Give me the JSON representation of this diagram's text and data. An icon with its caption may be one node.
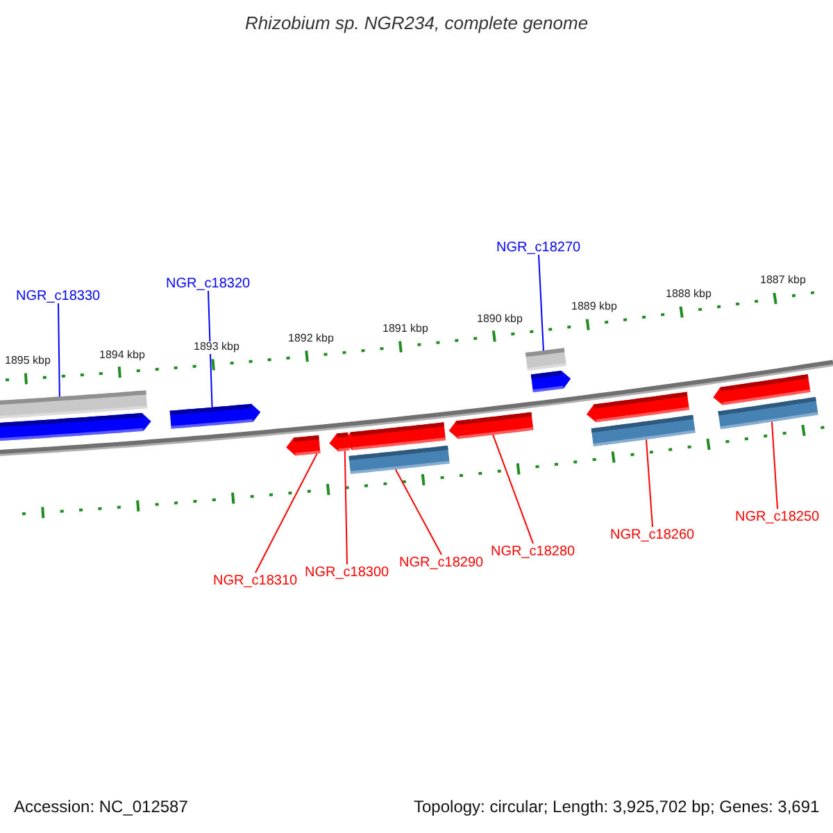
{
  "diagram": {
    "title": "Rhizobium sp. NGR234, complete genome",
    "nodes": [
      {
        "text": [
          "NGR_c18330"
        ]
      },
      {
        "text": [
          "NGR_c18320"
        ]
      },
      {
        "text": [
          "NGR_c18270"
        ]
      },
      {
        "text": [
          "NGR_c18310"
        ]
      },
      {
        "text": [
          "NGR_c18300"
        ]
      },
      {
        "text": [
          "NGR_c18290"
        ]
      },
      {
        "text": [
          "NGR_c18280"
        ]
      },
      {
        "text": [
          "NGR_c18260"
        ]
      },
      {
        "text": [
          "NGR_c18250"
        ]
      },
      {
        "text": [],
        "shape": "bar"
      },
      {
        "text": [],
        "shape": "bar"
      },
      {
        "text": [],
        "shape": "arrow"
      },
      {
        "text": [],
        "shape": "arrow"
      },
      {
        "text": [],
        "shape": "arrow"
      },
      {
        "text": [],
        "shape": "arrow"
      },
      {
        "text": [],
        "shape": "arrow"
      },
      {
        "text": [],
        "shape": "arrow"
      },
      {
        "text": [],
        "shape": "arrow"
      },
      {
        "text": [],
        "shape": "arrow"
      },
      {
        "text": [],
        "shape": "arrow"
      },
      {
        "text": [],
        "shape": "bar"
      },
      {
        "text": [],
        "shape": "bar"
      },
      {
        "text": [],
        "shape": "bar"
      }
    ],
    "edges": [
      {
        "from": 0,
        "to": 9,
        "arrow": "none",
        "color": "#0000ff"
      },
      {
        "from": 1,
        "to": 12,
        "arrow": "none",
        "color": "#0000ff"
      },
      {
        "from": 2,
        "to": 10,
        "arrow": "none",
        "color": "#0000ff"
      },
      {
        "from": 3,
        "to": 14,
        "arrow": "none"
      },
      {
        "from": 4,
        "to": 15,
        "arrow": "none"
      },
      {
        "from": 5,
        "to": 20,
        "arrow": "none"
      },
      {
        "from": 6,
        "to": 17,
        "arrow": "none"
      },
      {
        "from": 7,
        "to": 21,
        "arrow": "none"
      },
      {
        "from": 8,
        "to": 22,
        "arrow": "none"
      }
    ],
    "labels": [
      "1895 kbp",
      "1894 kbp",
      "1893 kbp",
      "1892 kbp",
      "1891 kbp",
      "1890 kbp",
      "1889 kbp",
      "1888 kbp",
      "1887 kbp",
      "Accession: NC_012587",
      "Topology: circular; Length: 3,925,702 bp; Genes: 3,691"
    ]
  }
}
